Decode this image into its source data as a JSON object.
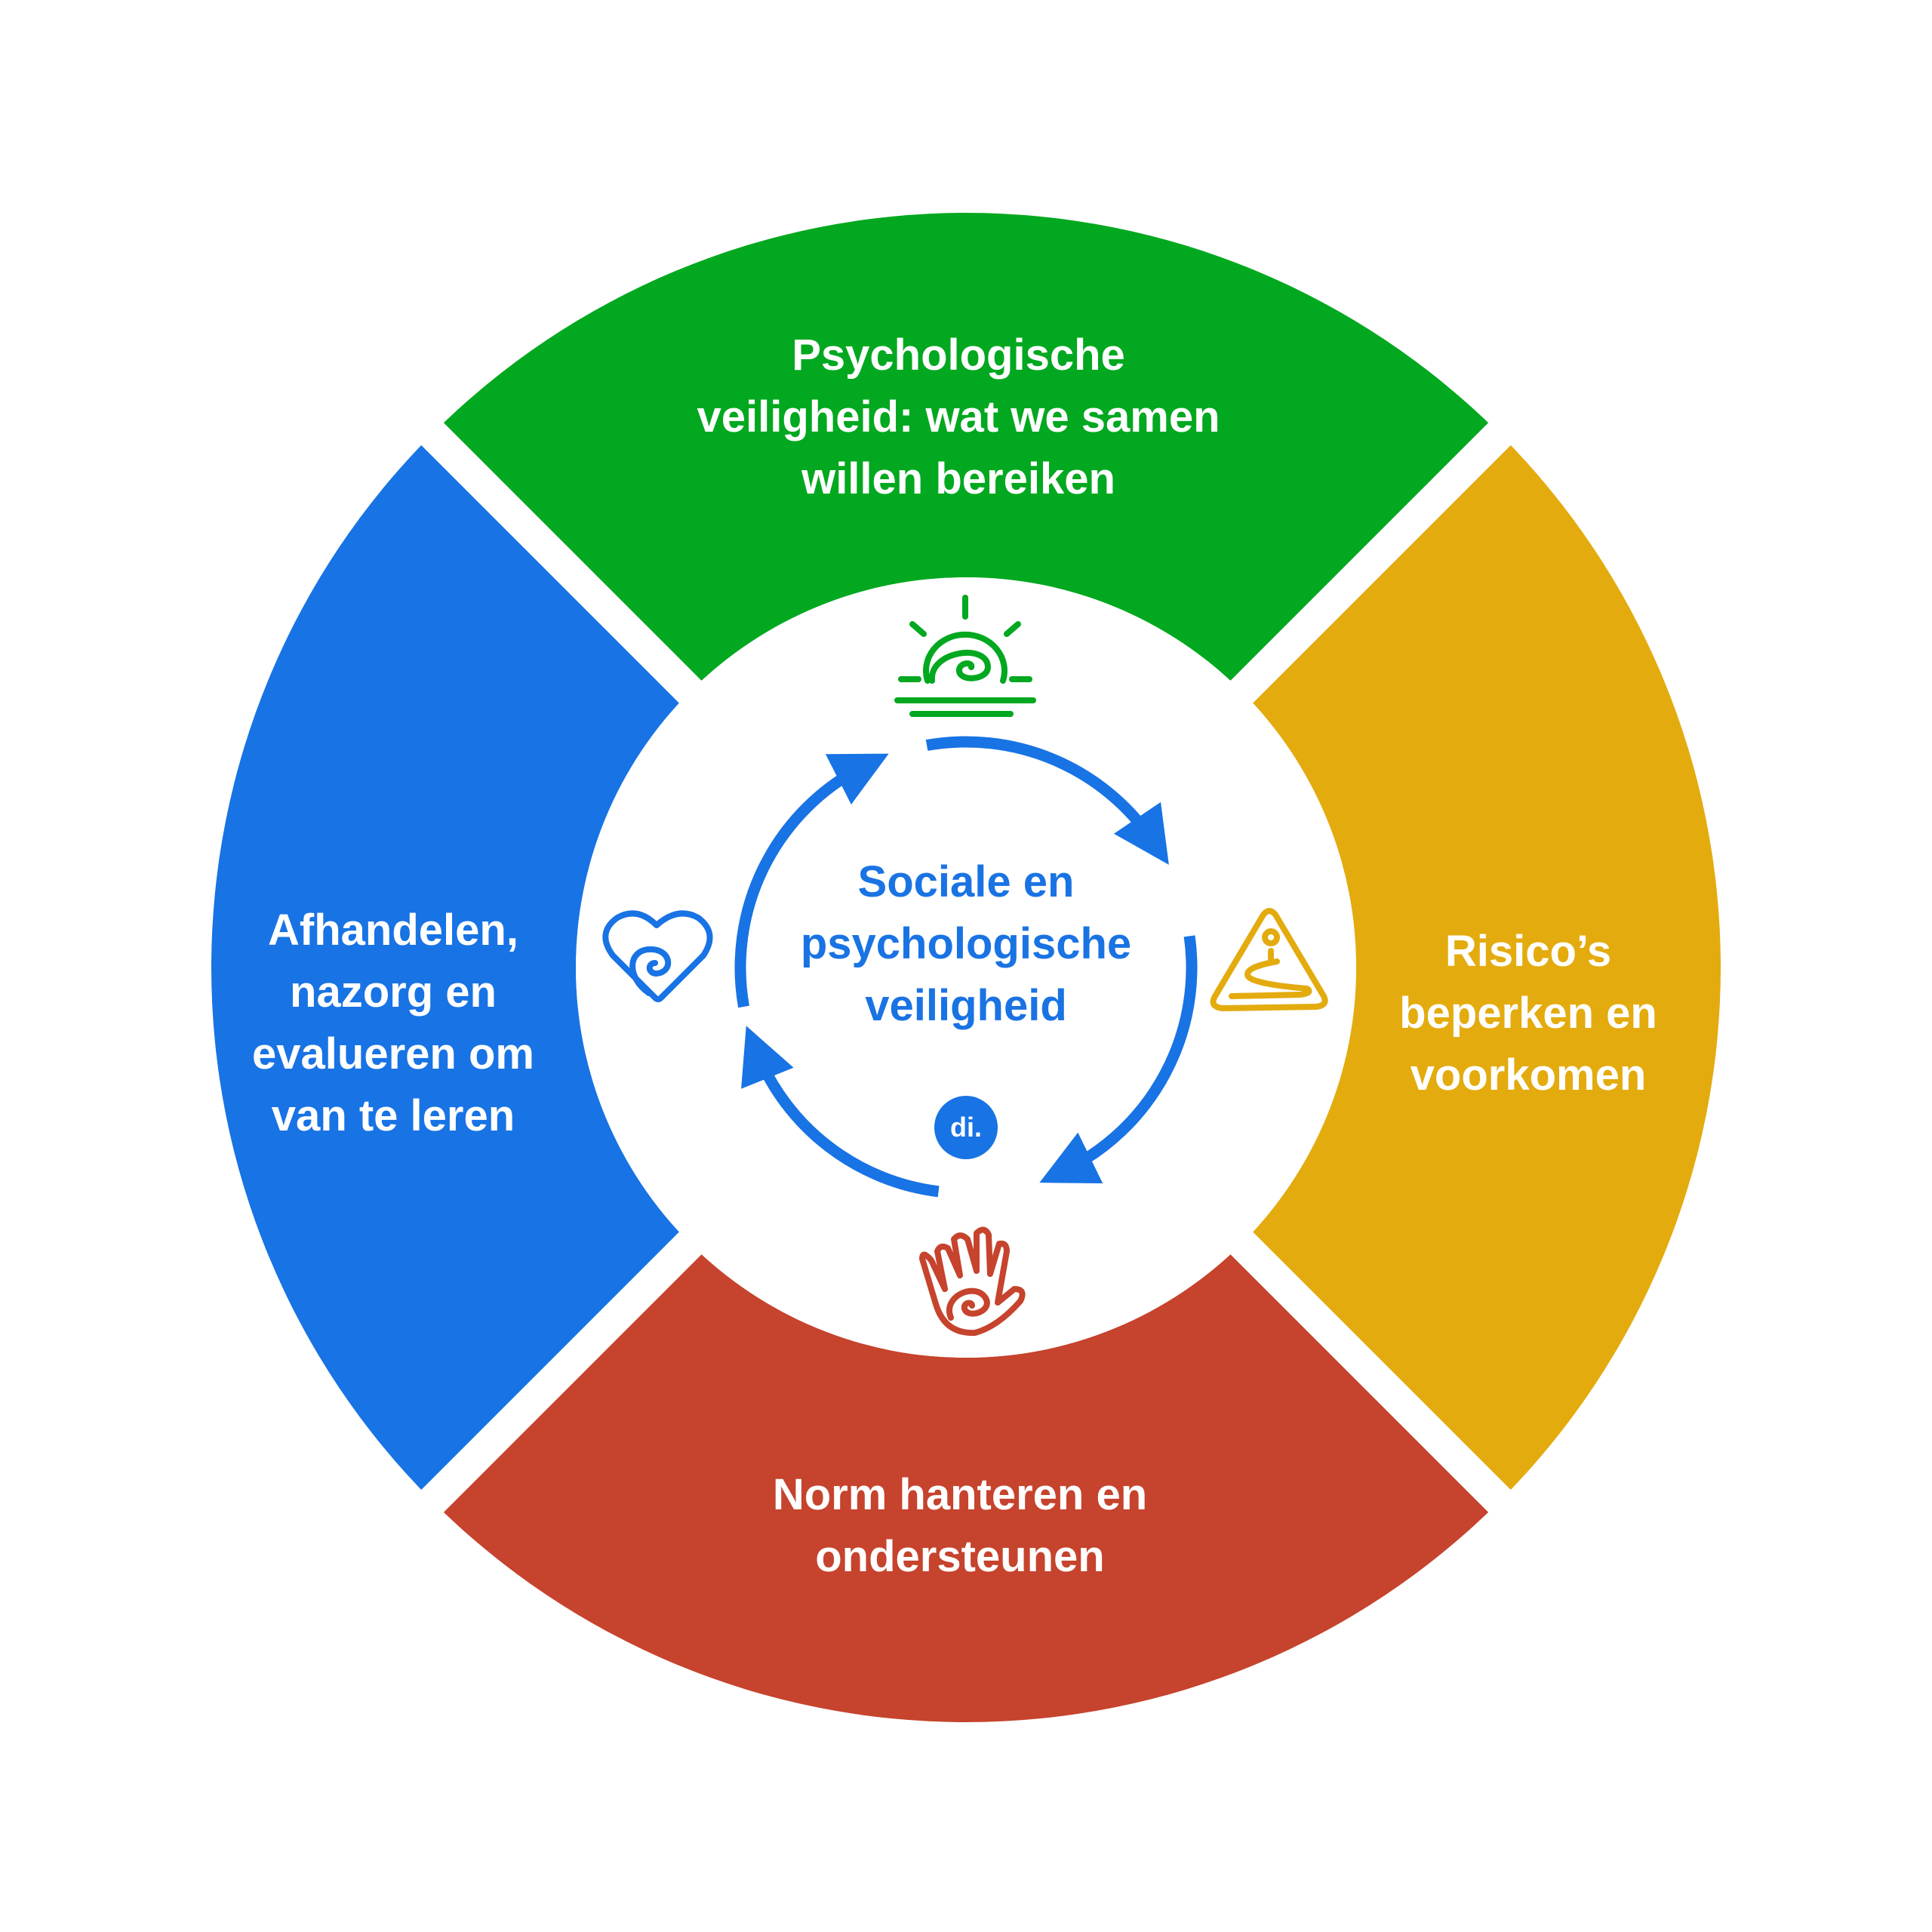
{
  "colors": {
    "green": "#02a81f",
    "yellow": "#e3ab0e",
    "red": "#c6432d",
    "blue": "#1873e4",
    "center_text": "#1a73e3"
  },
  "segments": [
    {
      "id": "top",
      "color_key": "green",
      "icon": "sunrise-spiral-icon",
      "lines": [
        "Psychologische",
        "veiligheid: wat we samen",
        "willen bereiken"
      ]
    },
    {
      "id": "right",
      "color_key": "yellow",
      "icon": "warning-triangle-path-icon",
      "lines": [
        "Risico’s",
        "beperken en",
        "voorkomen"
      ]
    },
    {
      "id": "bottom",
      "color_key": "red",
      "icon": "hand-spiral-icon",
      "lines": [
        "Norm hanteren en",
        "ondersteunen"
      ]
    },
    {
      "id": "left",
      "color_key": "blue",
      "icon": "heart-spiral-icon",
      "lines": [
        "Afhandelen,",
        "nazorg en",
        "evalueren om",
        "van te leren"
      ]
    }
  ],
  "center": {
    "lines": [
      "Sociale en",
      "psychologische",
      "veiligheid"
    ],
    "badge": "di."
  }
}
